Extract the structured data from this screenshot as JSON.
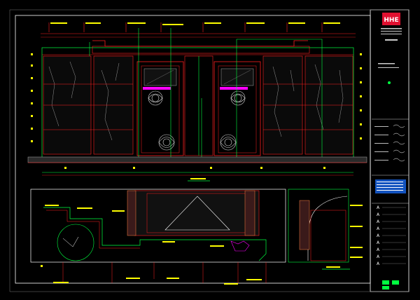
{
  "sheet": {
    "brand_mark": "HHE",
    "title_block_lines": [
      "",
      "",
      "",
      ""
    ],
    "revision_marks": [
      "A",
      "A",
      "A",
      "A",
      "A",
      "A",
      "A",
      "A",
      "A"
    ]
  },
  "colors": {
    "background": "#000000",
    "frame": "#ffffff",
    "red_line": "#ff2020",
    "green_line": "#00ff40",
    "yellow_line": "#ffff00",
    "magenta_line": "#ff00ff",
    "cyan_line": "#00c8ff",
    "brand_red": "#e01030"
  }
}
